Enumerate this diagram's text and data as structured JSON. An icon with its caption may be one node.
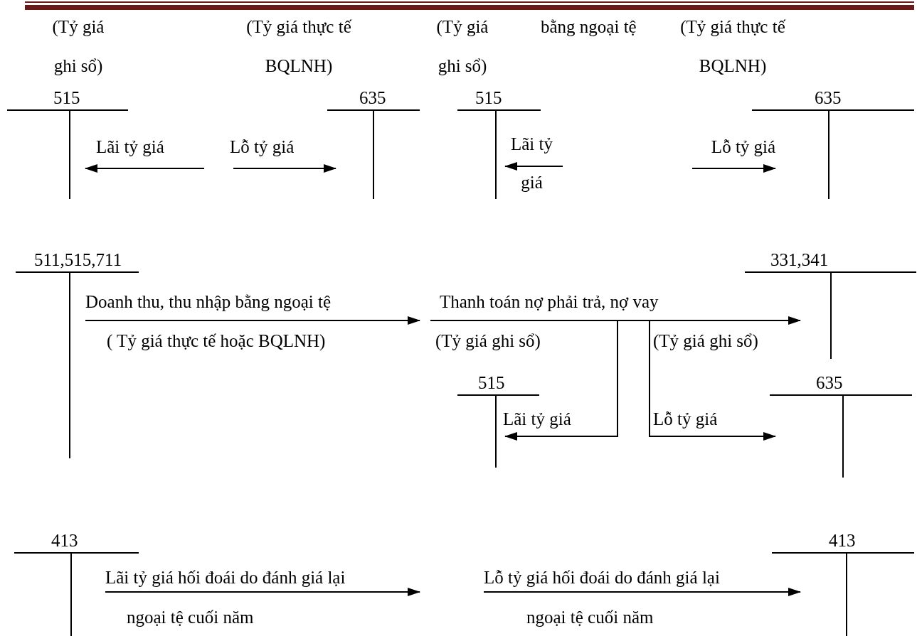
{
  "diagram": {
    "nodes": [
      {
        "text": [
          "515"
        ]
      },
      {
        "text": [
          "635"
        ]
      },
      {
        "text": [
          "515"
        ]
      },
      {
        "text": [
          "635"
        ]
      },
      {
        "text": [
          "511,515,711"
        ]
      },
      {
        "text": [
          "331,341"
        ]
      },
      {
        "text": [
          "515"
        ]
      },
      {
        "text": [
          "635"
        ]
      },
      {
        "text": [
          "413"
        ]
      },
      {
        "text": [
          "413"
        ]
      }
    ],
    "edges": [
      {
        "from": null,
        "to": 0,
        "arrow": "to",
        "label": "Lãi tỷ giá"
      },
      {
        "from": null,
        "to": 1,
        "arrow": "to",
        "label": "Lỗ tỷ giá"
      },
      {
        "from": null,
        "to": 2,
        "arrow": "to",
        "label": "Lãi tỷ giá"
      },
      {
        "from": null,
        "to": 3,
        "arrow": "to",
        "label": "Lỗ tỷ giá"
      },
      {
        "from": 4,
        "to": null,
        "arrow": "to",
        "label": "Doanh thu, thu nhập bằng ngoại tệ"
      },
      {
        "from": null,
        "to": 5,
        "arrow": "to",
        "label": "Thanh toán nợ phải trả, nợ vay"
      },
      {
        "from": null,
        "to": 6,
        "arrow": "to",
        "label": "Lãi tỷ giá"
      },
      {
        "from": null,
        "to": 7,
        "arrow": "to",
        "label": "Lỗ tỷ giá"
      },
      {
        "from": 8,
        "to": null,
        "arrow": "to",
        "label": "Lãi tỷ giá hối đoái do đánh giá lại ngoại tệ cuối năm"
      },
      {
        "from": null,
        "to": 9,
        "arrow": "to",
        "label": "Lỗ tỷ giá hối đoái do đánh giá lại ngoại tệ cuối năm"
      }
    ],
    "labels": [
      "(Tỷ giá ghi sổ)",
      "(Tỷ giá thực tế BQLNH)",
      "(Tỷ giá ghi sổ)",
      "bằng ngoại tệ",
      "(Tỷ giá thực tế BQLNH)",
      "( Tỷ giá thực tế hoặc BQLNH)",
      "(Tỷ giá ghi sổ)",
      "(Tỷ giá ghi sổ)"
    ]
  }
}
